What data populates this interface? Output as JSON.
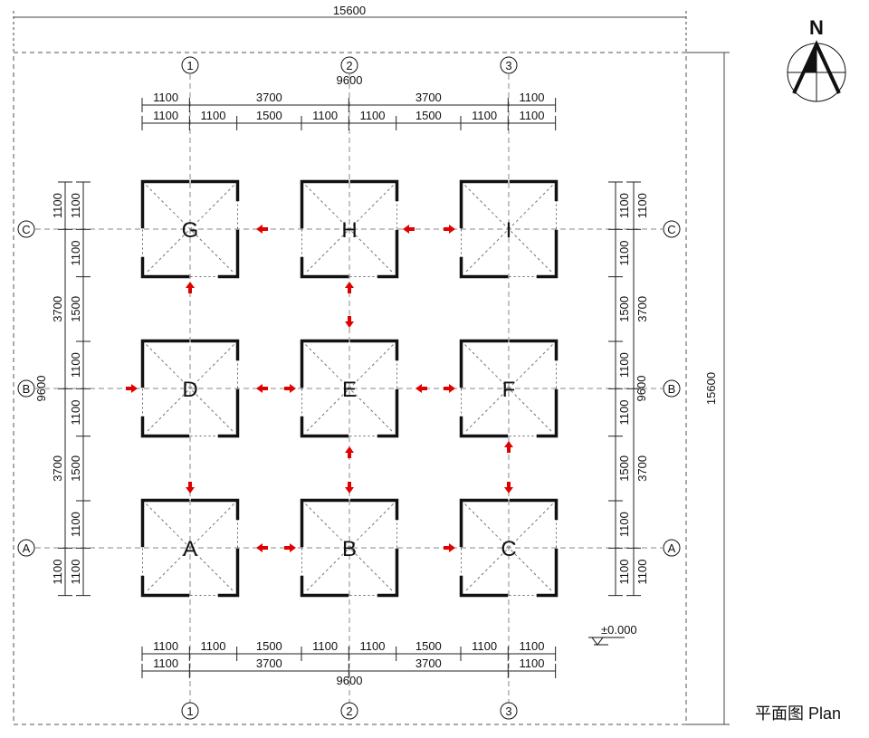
{
  "overall": {
    "width_label": "15600",
    "height_label": "15600"
  },
  "title": "平面图 Plan",
  "north_label": "N",
  "level_label": "±0.000",
  "grid": {
    "columns": [
      "1",
      "2",
      "3"
    ],
    "rows": [
      "A",
      "B",
      "C"
    ],
    "span_label": "9600"
  },
  "pavilions": [
    "A",
    "B",
    "C",
    "D",
    "E",
    "F",
    "G",
    "H",
    "I"
  ],
  "dimensions": {
    "top_outer": [
      "1100",
      "3700",
      "3700",
      "1100"
    ],
    "top_inner": [
      "1100",
      "1100",
      "1500",
      "1100",
      "1100",
      "1500",
      "1100",
      "1100"
    ],
    "bottom_inner": [
      "1100",
      "1100",
      "1500",
      "1100",
      "1100",
      "1500",
      "1100",
      "1100"
    ],
    "bottom_outer": [
      "1100",
      "3700",
      "3700",
      "1100"
    ],
    "left_outer": [
      "1100",
      "3700",
      "3700",
      "1100"
    ],
    "left_inner": [
      "1100",
      "1100",
      "1500",
      "1100",
      "1100",
      "1500",
      "1100",
      "1100"
    ],
    "right_inner": [
      "1100",
      "1100",
      "1500",
      "1100",
      "1100",
      "1500",
      "1100",
      "1100"
    ],
    "right_outer": [
      "1100",
      "3700",
      "3700",
      "1100"
    ]
  },
  "colors": {
    "line": "#111111",
    "grid": "#888888",
    "arrow": "#e00000"
  },
  "icons": {
    "north": "north-arrow-icon",
    "level": "level-marker-icon",
    "flow": "circulation-arrow-icon"
  }
}
